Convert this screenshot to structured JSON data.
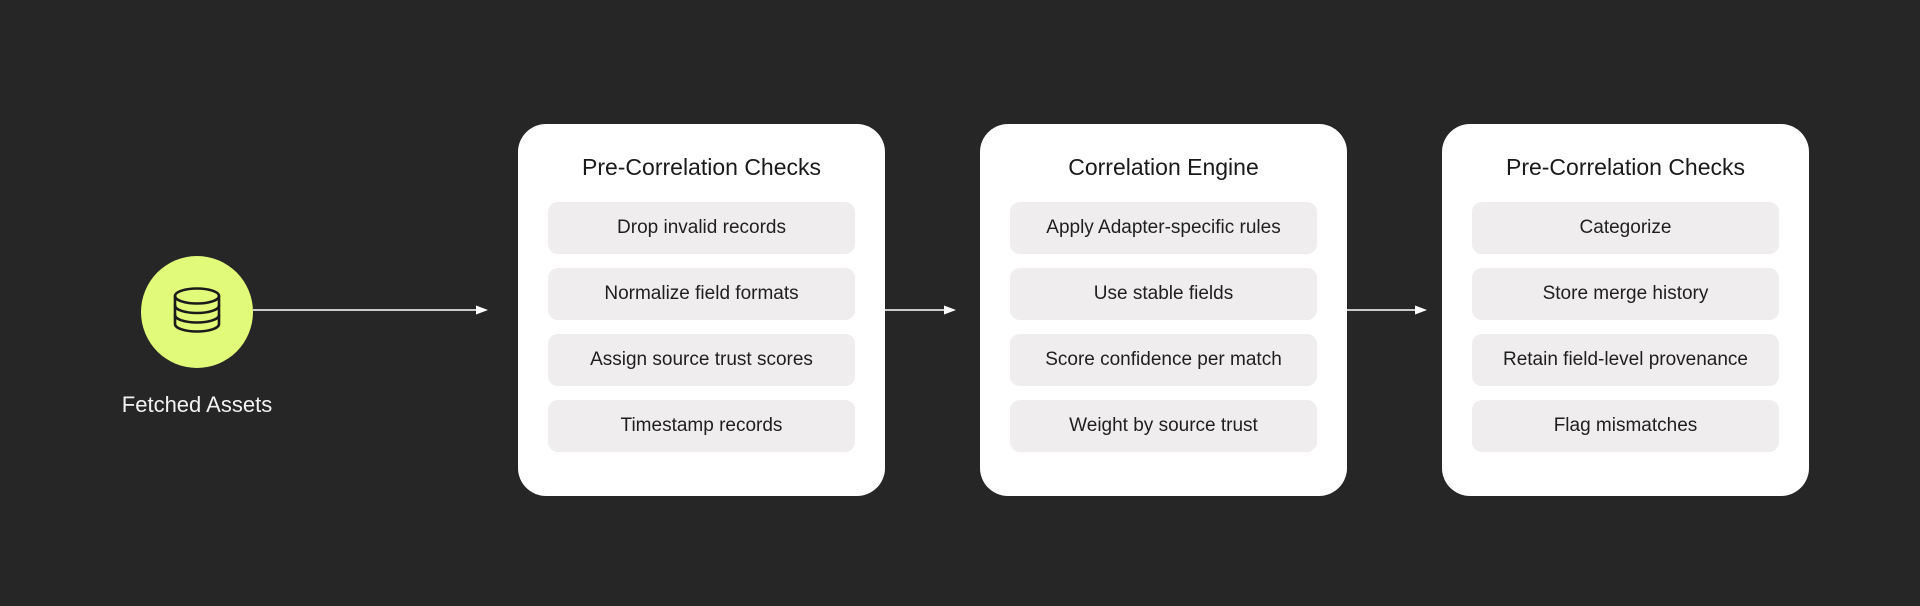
{
  "colors": {
    "background": "#262626",
    "accent": "#e2fa7a",
    "card": "#ffffff",
    "step_fill": "#efeded",
    "connector": "#ffffff"
  },
  "source": {
    "icon": "database-icon",
    "label": "Fetched Assets"
  },
  "stages": [
    {
      "title": "Pre-Correlation Checks",
      "steps": [
        "Drop invalid records",
        "Normalize field formats",
        "Assign source trust scores",
        "Timestamp records"
      ]
    },
    {
      "title": "Correlation Engine",
      "steps": [
        "Apply Adapter-specific rules",
        "Use stable fields",
        "Score confidence per match",
        "Weight by source trust"
      ]
    },
    {
      "title": "Pre-Correlation Checks",
      "steps": [
        "Categorize",
        "Store merge history",
        "Retain field-level provenance",
        "Flag mismatches"
      ]
    }
  ]
}
